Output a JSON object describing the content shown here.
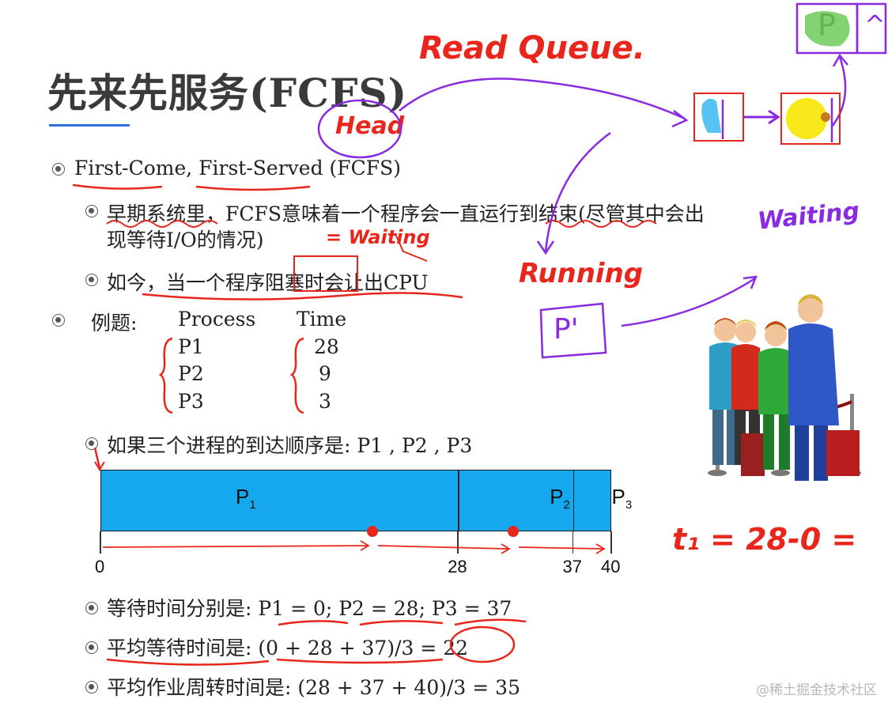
{
  "slide": {
    "title": "先来先服务(FCFS)",
    "bullets": {
      "b1": "First-Come, First-Served (FCFS)",
      "b2_line1": "早期系统里，FCFS意味着一个程序会一直运行到结束(尽管其中会出",
      "b2_line2": "现等待I/O的情况)",
      "b3": "如今，当一个程序阻塞时会让出CPU",
      "b4_label": "例题:",
      "b5": "如果三个进程的到达顺序是: P1 , P2 , P3",
      "b6": "等待时间分别是:  P1  = 0; P2  = 28; P3 = 37",
      "b7": "平均等待时间是:  (0 + 28 + 37)/3 = 22",
      "b8": "平均作业周转时间是: (28 + 37 + 40)/3 = 35"
    },
    "table": {
      "header_process": "Process",
      "header_time": "Time",
      "rows": [
        {
          "process": "P1",
          "time": "28"
        },
        {
          "process": "P2",
          "time": "9"
        },
        {
          "process": "P3",
          "time": "3"
        }
      ]
    },
    "gantt": {
      "segments": [
        {
          "name": "P",
          "sub": "1",
          "start": 0,
          "end": 28
        },
        {
          "name": "P",
          "sub": "2",
          "start": 28,
          "end": 37
        },
        {
          "name": "P",
          "sub": "3",
          "start": 37,
          "end": 40
        }
      ],
      "ticks": [
        "0",
        "28",
        "37",
        "40"
      ],
      "total": 40,
      "fill_color": "#16a8ee"
    }
  },
  "annotations": {
    "read_queue": "Read Queue.",
    "head": "Head",
    "waiting_1": "= Waiting",
    "waiting_2": "Waiting",
    "running": "Running",
    "p_prime": "P'",
    "p_box": "P",
    "caret": "^",
    "formula": "t₁ = 28-0 =",
    "red_color": "#e8261b",
    "purple_color": "#8a2be2"
  },
  "watermark": "@稀土掘金技术社区"
}
